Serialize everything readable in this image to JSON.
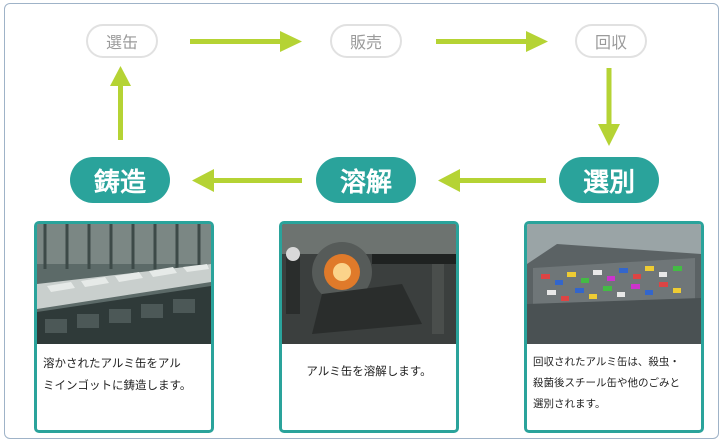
{
  "flow": {
    "top": [
      "選缶",
      "販売",
      "回収"
    ],
    "bottom": [
      "鋳造",
      "溶解",
      "選別"
    ]
  },
  "cards": [
    {
      "caption_line1": "溶かされたアルミ缶をアル",
      "caption_line2": "ミインゴットに鋳造します。"
    },
    {
      "caption_line1": "アルミ缶を溶解します。"
    },
    {
      "caption_line1": "回収されたアルミ缶は、殺虫・",
      "caption_line2": "殺菌後スチール缶や他のごみと",
      "caption_line3": "選別されます。"
    }
  ],
  "colors": {
    "teal": "#2aa39b",
    "arrow": "#b5d334",
    "light_border": "#e1e1e1",
    "light_text": "#9a9a9a"
  }
}
